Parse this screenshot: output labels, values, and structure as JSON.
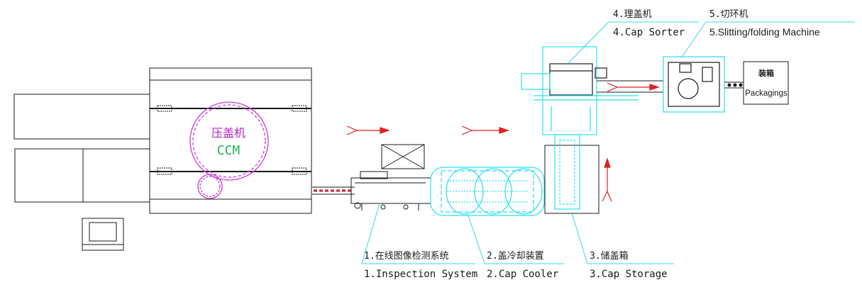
{
  "machine_main": {
    "label_cn": "压盖机",
    "label_en": "CCM"
  },
  "stations": {
    "inspection": {
      "label_cn": "1.在线图像检测系统",
      "label_en": "1.Inspection System"
    },
    "cooler": {
      "label_cn": "2.盖冷却装置",
      "label_en": "2.Cap Cooler"
    },
    "storage": {
      "label_cn": "3.储盖箱",
      "label_en": "3.Cap Storage"
    },
    "sorter": {
      "label_cn": "4.理盖机",
      "label_en": "4.Cap Sorter"
    },
    "slitting": {
      "label_cn": "5.切环机",
      "label_en": "5.Slitting/folding Machine"
    },
    "packaging": {
      "label_cn": "装箱",
      "label_en": "Packagings"
    }
  },
  "colors": {
    "line": "#1a1a1a",
    "machine": "#8a8a8a",
    "cyan": "#27e1ee",
    "magenta": "#cc3bd6",
    "magenta_text": "#b31fc4",
    "green_text": "#22b55a",
    "arrow_red": "#e02020",
    "leader": "#34dbe8"
  }
}
